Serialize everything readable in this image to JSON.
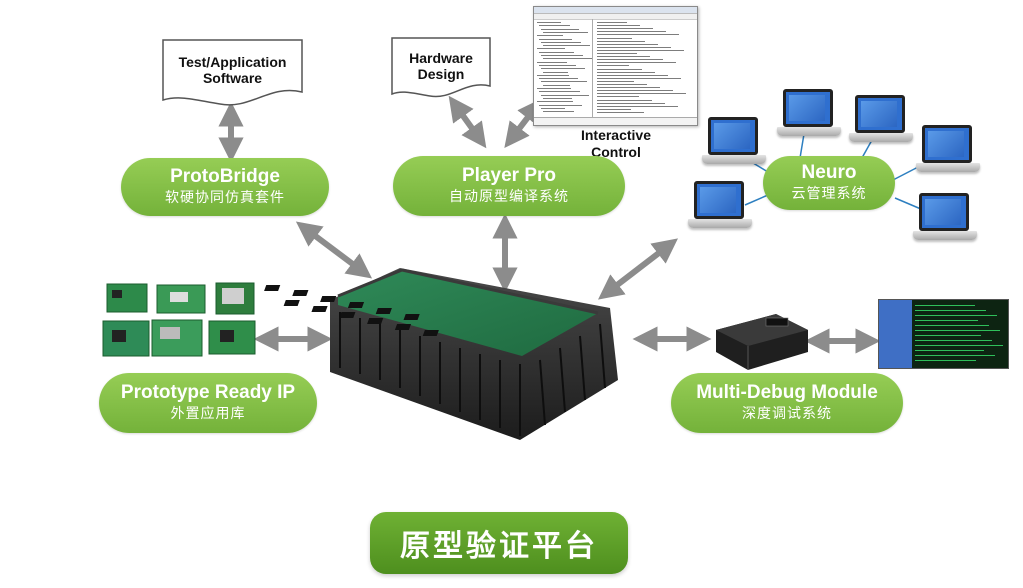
{
  "diagram": {
    "title": "原型验证平台",
    "nodes": {
      "protobridge": {
        "title": "ProtoBridge",
        "subtitle": "软硬协同仿真套件"
      },
      "player_pro": {
        "title": "Player Pro",
        "subtitle": "自动原型编译系统"
      },
      "neuro": {
        "title": "Neuro",
        "subtitle": "云管理系统"
      },
      "prototype_ready_ip": {
        "title": "Prototype Ready IP",
        "subtitle": "外置应用库"
      },
      "multi_debug": {
        "title": "Multi-Debug Module",
        "subtitle": "深度调试系统"
      }
    },
    "documents": {
      "test_app": {
        "line1": "Test/Application",
        "line2": "Software"
      },
      "hardware": {
        "line1": "Hardware",
        "line2": "Design"
      }
    },
    "captions": {
      "interactive": {
        "line1": "Interactive",
        "line2": "Control"
      }
    }
  },
  "colors": {
    "pill_green": "#84c147",
    "footer_green": "#5e9f28",
    "arrow_gray": "#8c8c8c",
    "laptop_screen": "#2f6fcf",
    "network_line": "#2d7fc0"
  }
}
